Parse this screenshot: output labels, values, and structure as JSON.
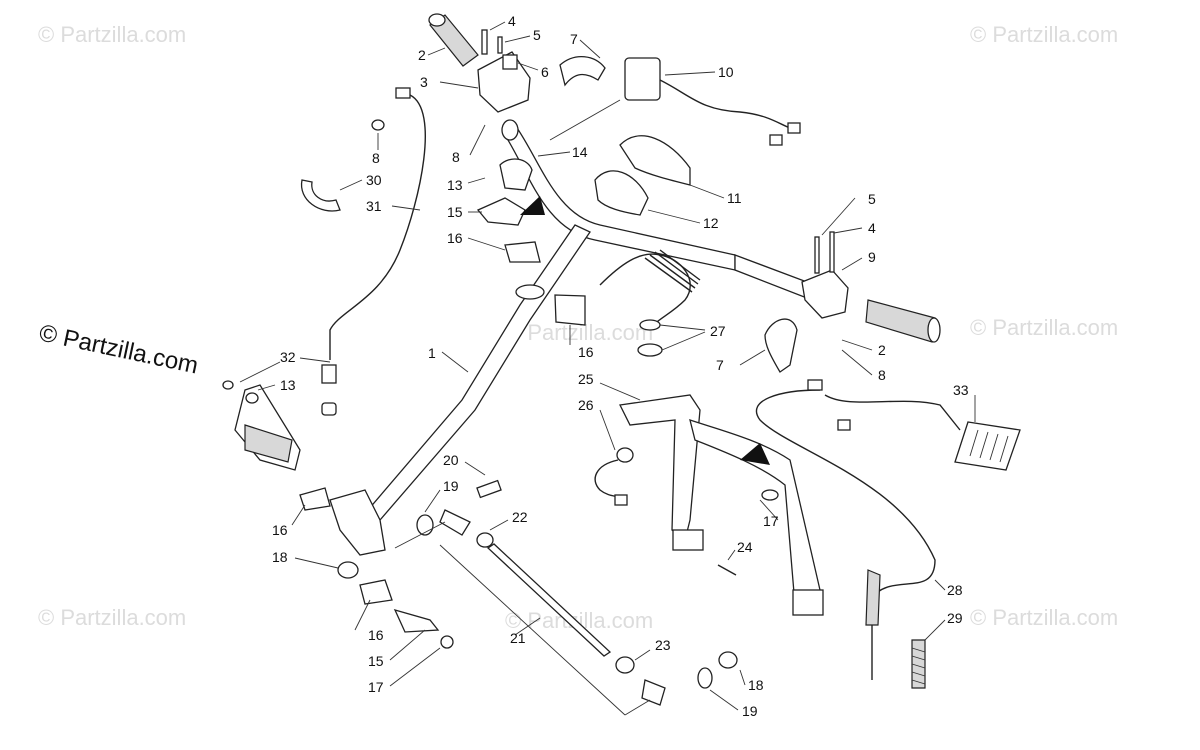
{
  "watermarks": {
    "tl": "© Partzilla.com",
    "tr": "© Partzilla.com",
    "mid_left": "© Partzilla.com",
    "ml": "© Partzilla.com",
    "mc": "© Partzilla.com",
    "mr": "© Partzilla.com",
    "bl": "© Partzilla.com",
    "bc": "© Partzilla.com",
    "br": "© Partzilla.com"
  },
  "callouts": [
    {
      "id": "c1",
      "text": "1"
    },
    {
      "id": "c2a",
      "text": "2"
    },
    {
      "id": "c2b",
      "text": "2"
    },
    {
      "id": "c3",
      "text": "3"
    },
    {
      "id": "c4a",
      "text": "4"
    },
    {
      "id": "c4b",
      "text": "4"
    },
    {
      "id": "c5a",
      "text": "5"
    },
    {
      "id": "c5b",
      "text": "5"
    },
    {
      "id": "c6",
      "text": "6"
    },
    {
      "id": "c7a",
      "text": "7"
    },
    {
      "id": "c7b",
      "text": "7"
    },
    {
      "id": "c8a",
      "text": "8"
    },
    {
      "id": "c8b",
      "text": "8"
    },
    {
      "id": "c8c",
      "text": "8"
    },
    {
      "id": "c9",
      "text": "9"
    },
    {
      "id": "c10",
      "text": "10"
    },
    {
      "id": "c11",
      "text": "11"
    },
    {
      "id": "c12",
      "text": "12"
    },
    {
      "id": "c13a",
      "text": "13"
    },
    {
      "id": "c13b",
      "text": "13"
    },
    {
      "id": "c14",
      "text": "14"
    },
    {
      "id": "c15a",
      "text": "15"
    },
    {
      "id": "c15b",
      "text": "15"
    },
    {
      "id": "c16a",
      "text": "16"
    },
    {
      "id": "c16b",
      "text": "16"
    },
    {
      "id": "c16c",
      "text": "16"
    },
    {
      "id": "c16d",
      "text": "16"
    },
    {
      "id": "c17a",
      "text": "17"
    },
    {
      "id": "c17b",
      "text": "17"
    },
    {
      "id": "c18a",
      "text": "18"
    },
    {
      "id": "c18b",
      "text": "18"
    },
    {
      "id": "c19a",
      "text": "19"
    },
    {
      "id": "c19b",
      "text": "19"
    },
    {
      "id": "c20",
      "text": "20"
    },
    {
      "id": "c21",
      "text": "21"
    },
    {
      "id": "c22",
      "text": "22"
    },
    {
      "id": "c23",
      "text": "23"
    },
    {
      "id": "c24",
      "text": "24"
    },
    {
      "id": "c25",
      "text": "25"
    },
    {
      "id": "c26",
      "text": "26"
    },
    {
      "id": "c27",
      "text": "27"
    },
    {
      "id": "c28",
      "text": "28"
    },
    {
      "id": "c29",
      "text": "29"
    },
    {
      "id": "c30",
      "text": "30"
    },
    {
      "id": "c31",
      "text": "31"
    },
    {
      "id": "c32",
      "text": "32"
    },
    {
      "id": "c33",
      "text": "33"
    }
  ]
}
